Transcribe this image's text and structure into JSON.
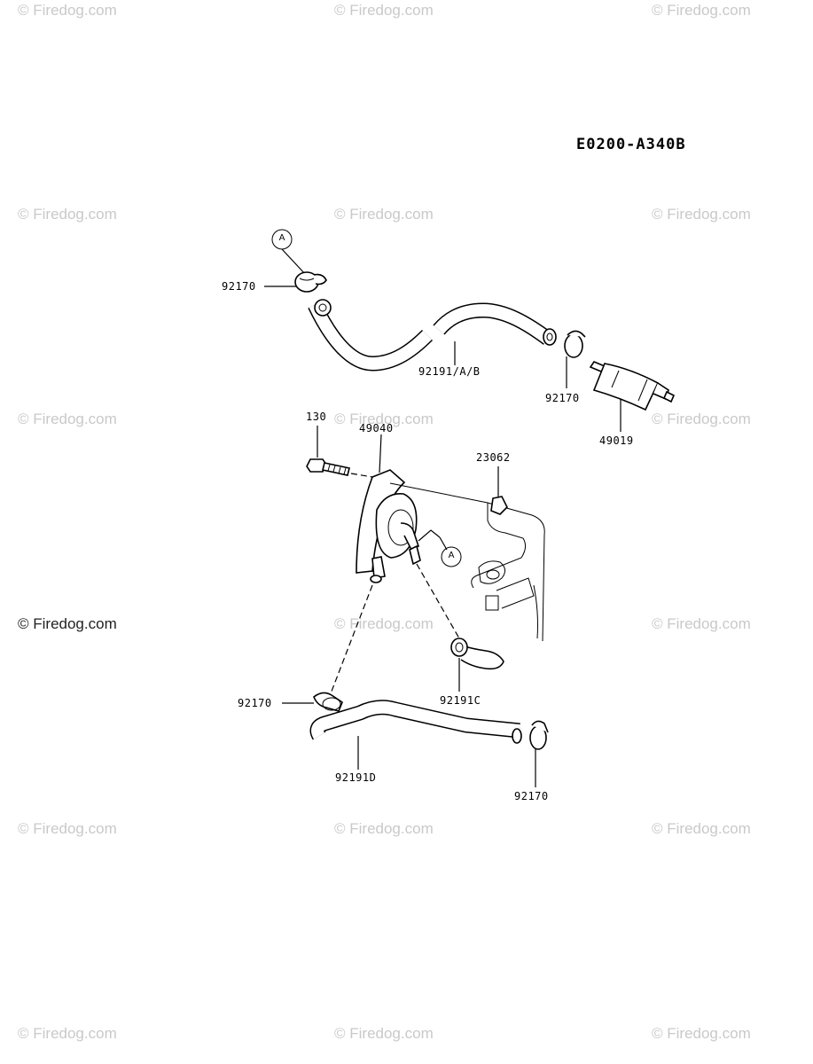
{
  "reference_code": "E0200-A340B",
  "watermark_text": "© Firedog.com",
  "callout_letter": "A",
  "part_labels": {
    "clamp_top_left": "92170",
    "hose_top": "92191/A/B",
    "clamp_top_right": "92170",
    "fuel_filter": "49019",
    "bolt": "130",
    "fuel_pump": "49040",
    "bracket": "23062",
    "hose_c": "92191C",
    "clamp_bottom_left": "92170",
    "hose_d": "92191D",
    "clamp_bottom_right": "92170"
  }
}
